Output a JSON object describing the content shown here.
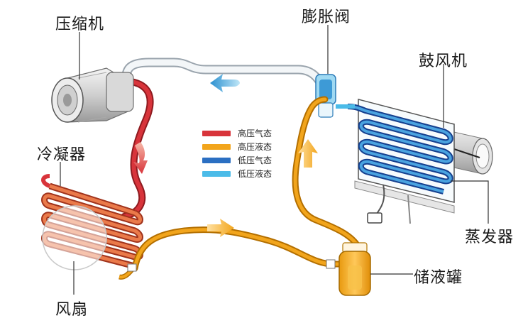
{
  "labels": {
    "compressor": "压缩机",
    "expansion_valve": "膨胀阀",
    "blower": "鼓风机",
    "condenser": "冷凝器",
    "evaporator": "蒸发器",
    "receiver_drier": "储液罐",
    "fan": "风扇"
  },
  "legend": [
    {
      "label": "高压气态",
      "color": "#d8343b"
    },
    {
      "label": "高压液态",
      "color": "#f2a51c"
    },
    {
      "label": "低压气态",
      "color": "#2b6fc2"
    },
    {
      "label": "低压液态",
      "color": "#4bbbe8"
    }
  ],
  "colors": {
    "high_pressure_gas": "#d8343b",
    "high_pressure_liquid": "#f2a51c",
    "low_pressure_gas": "#2b6fc2",
    "low_pressure_liquid": "#4bbbe8",
    "low_pressure_line": "#eef2f5"
  }
}
